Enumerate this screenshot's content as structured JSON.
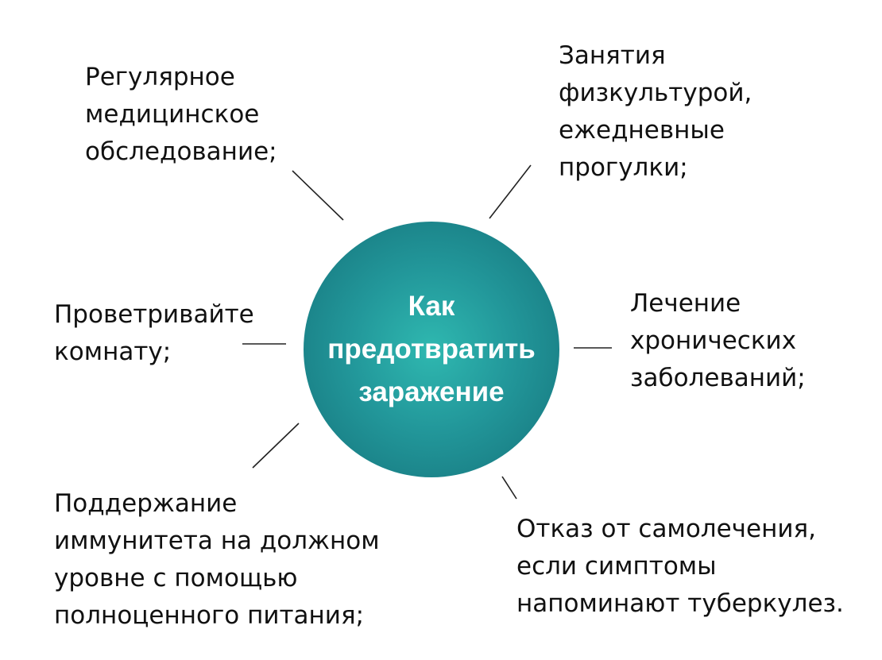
{
  "center": {
    "lines": [
      "Как",
      "предотвратить",
      "заражение"
    ]
  },
  "items": [
    {
      "lines": [
        "Регулярное",
        "медицинское",
        "обследование;"
      ]
    },
    {
      "lines": [
        "Занятия",
        "физкультурой,",
        "ежедневные",
        "прогулки;"
      ]
    },
    {
      "lines": [
        "Проветривайте",
        "комнату;"
      ]
    },
    {
      "lines": [
        "Лечение",
        "хронических",
        "заболеваний;"
      ]
    },
    {
      "lines": [
        "Поддержание",
        "иммунитета на должном",
        "уровне с помощью",
        "полноценного питания;"
      ]
    },
    {
      "lines": [
        "Отказ от самолечения,",
        "если симптомы",
        "напоминают туберкулез."
      ]
    }
  ],
  "colors": {
    "hub_light": "#2fb8b0",
    "hub_dark": "#15727a",
    "text": "#111111"
  }
}
